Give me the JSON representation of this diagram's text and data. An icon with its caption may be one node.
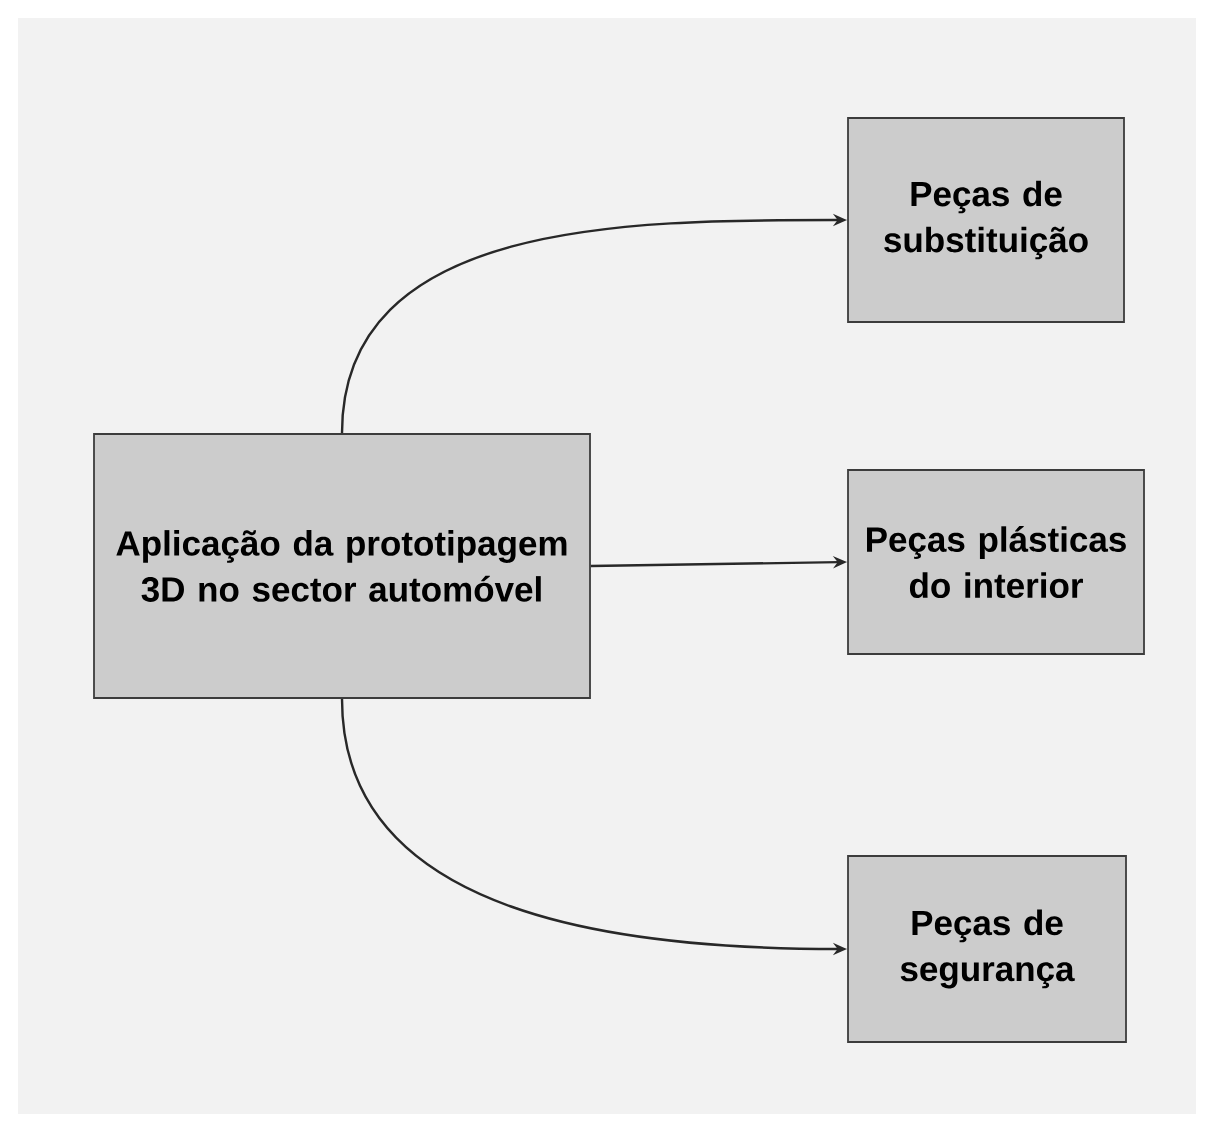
{
  "diagram": {
    "nodes": [
      {
        "text": [
          "Aplicação da prototipagem 3D no sector automóvel"
        ]
      },
      {
        "text": [
          "Peças de substituição"
        ]
      },
      {
        "text": [
          "Peças plásticas do interior"
        ]
      },
      {
        "text": [
          "Peças de segurança"
        ]
      }
    ],
    "edges": [
      {
        "from": 0,
        "to": 1,
        "arrow": "to"
      },
      {
        "from": 0,
        "to": 2,
        "arrow": "to"
      },
      {
        "from": 0,
        "to": 3,
        "arrow": "to"
      }
    ]
  }
}
